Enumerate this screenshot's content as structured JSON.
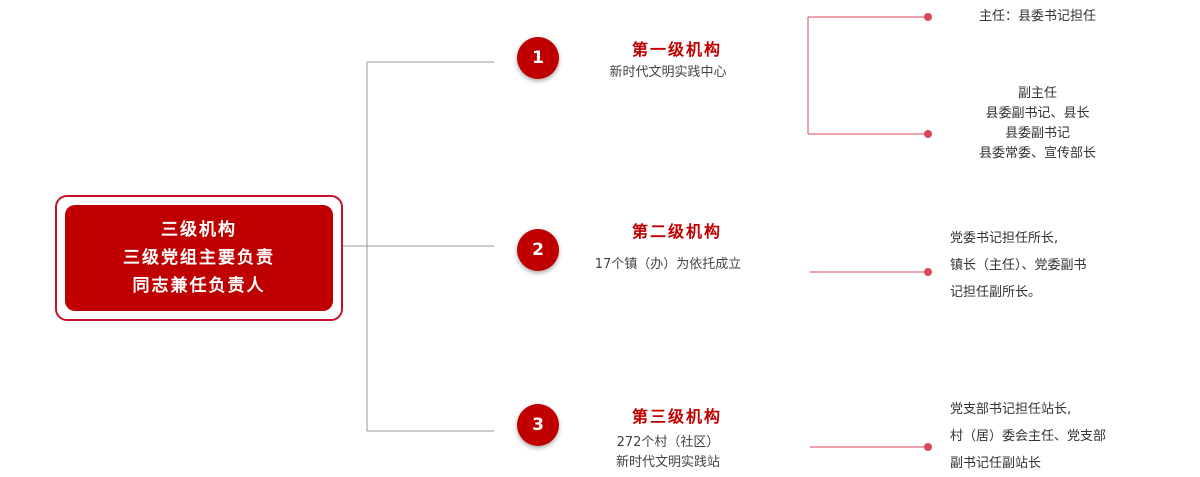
{
  "root": {
    "lines": [
      "三级机构",
      "三级党组主要负责",
      "同志兼任负责人"
    ]
  },
  "levels": [
    {
      "number": "1",
      "title": "第一级机构",
      "subtitle": [
        "新时代文明实践中心"
      ],
      "leaves": [
        {
          "lines": [
            "主任：县委书记担任"
          ]
        },
        {
          "lines": [
            "副主任",
            "县委副书记、县长",
            "县委副书记",
            "县委常委、宣传部长"
          ]
        }
      ]
    },
    {
      "number": "2",
      "title": "第二级机构",
      "subtitle": [
        "17个镇（办）为依托成立"
      ],
      "leaves": [
        {
          "lines": [
            "党委书记担任所长,",
            "镇长（主任）、党委副书",
            "记担任副所长。"
          ]
        }
      ]
    },
    {
      "number": "3",
      "title": "第三级机构",
      "subtitle": [
        "272个村（社区）",
        "新时代文明实践站"
      ],
      "leaves": [
        {
          "lines": [
            "党支部书记担任站长,",
            "村（居）委会主任、党支部",
            "副书记任副站长"
          ]
        }
      ]
    }
  ],
  "colors": {
    "accent": "#c00000",
    "connector": "#999999",
    "leaf_connector": "#d9475a"
  }
}
